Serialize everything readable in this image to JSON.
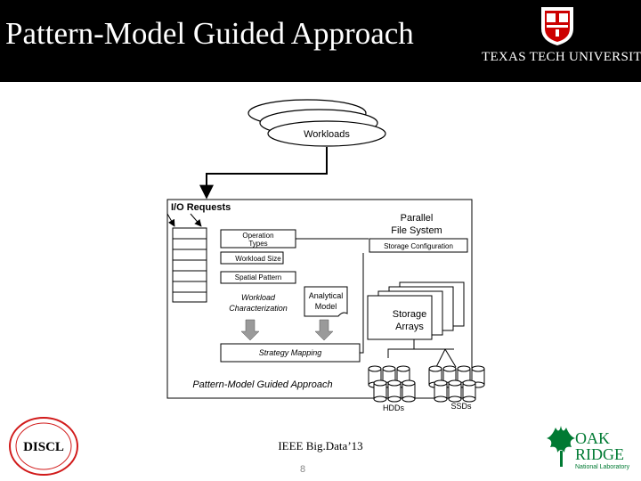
{
  "slide": {
    "title": "Pattern-Model Guided Approach",
    "university": "TEXAS TECH UNIVERSITY",
    "conference": "IEEE Big.Data’13",
    "page_number": "8"
  },
  "diagram": {
    "workloads": "Workloads",
    "io_requests": "I/O Requests",
    "parallel_fs_line1": "Parallel",
    "parallel_fs_line2": "File System",
    "operation_types_line1": "Operation",
    "operation_types_line2": "Types",
    "storage_configuration": "Storage Configuration",
    "workload_size": "Workload Size",
    "spatial_pattern": "Spatial Pattern",
    "workload_char_line1": "Workload",
    "workload_char_line2": "Characterization",
    "analytical_model_line1": "Analytical",
    "analytical_model_line2": "Model",
    "storage_arrays_line1": "Storage",
    "storage_arrays_line2": "Arrays",
    "strategy_mapping": "Strategy Mapping",
    "approach_label": "Pattern-Model Guided Approach",
    "hdds": "HDDs",
    "ssds": "SSDs"
  },
  "logos": {
    "discl": "DISCL",
    "oak": "OAK",
    "ridge": "RIDGE",
    "national_lab": "National Laboratory"
  },
  "colors": {
    "header_bg": "#000000",
    "ttu_red": "#cc0000",
    "ornl_green": "#007a33",
    "discl_red": "#d11a1a"
  }
}
